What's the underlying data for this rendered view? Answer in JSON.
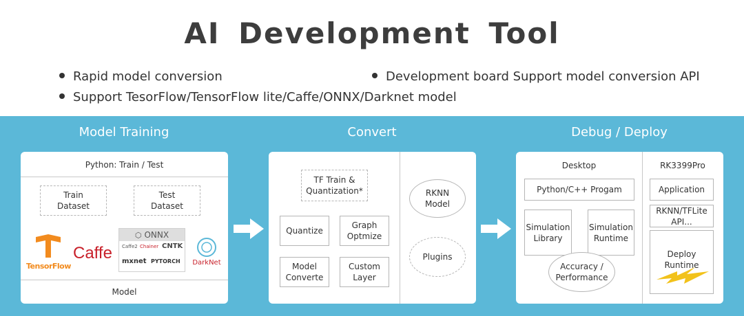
{
  "title": "AI Development Tool",
  "bullets": {
    "rapid": "Rapid model conversion",
    "support": "Support TesorFlow/TensorFlow lite/Caffe/ONNX/Darknet model",
    "board": "Development board Support model conversion API"
  },
  "colors": {
    "band": "#5bb8d8",
    "card": "#ffffff",
    "tensorflow": "#f28b1e",
    "caffe": "#c8202a",
    "lightning": "#f2c21b"
  },
  "training": {
    "header": "Model Training",
    "top": "Python: Train / Test",
    "train_dataset": "Train\nDataset",
    "test_dataset": "Test\nDataset",
    "bottom": "Model",
    "logos": {
      "tensorflow": "TensorFlow",
      "caffe": "Caffe",
      "onnx": "ONNX",
      "caffe2": "Caffe2",
      "chainer": "Chainer",
      "cntk": "CNTK",
      "mxnet": "mxnet",
      "pytorch": "PYTORCH",
      "darknet": "DarkNet"
    }
  },
  "convert": {
    "header": "Convert",
    "tf_train": "TF Train &\nQuantization*",
    "quantize": "Quantize",
    "graph": "Graph\nOptmize",
    "model_converte": "Model\nConverte",
    "custom_layer": "Custom\nLayer",
    "rknn": "RKNN\nModel",
    "plugins": "Plugins"
  },
  "deploy": {
    "header": "Debug / Deploy",
    "desktop": "Desktop",
    "python_cpp": "Python/C++ Progam",
    "sim_library": "Simulation\nLibrary",
    "sim_runtime": "Simulation\nRuntime",
    "accuracy": "Accuracy /\nPerformance",
    "rk": "RK3399Pro",
    "application": "Application",
    "rknn_api": "RKNN/TFLite\nAPI...",
    "deploy_runtime": "Deploy Runtime"
  }
}
